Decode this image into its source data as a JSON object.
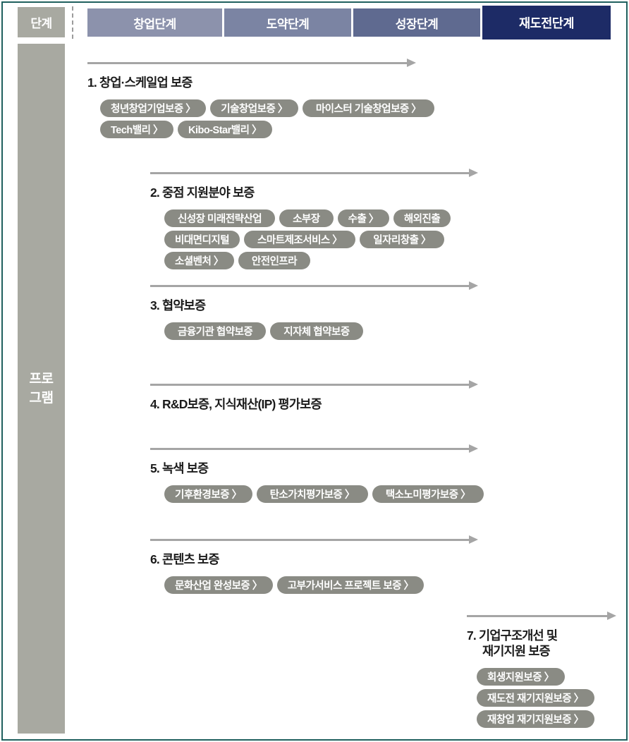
{
  "header": {
    "stage_label": "단계",
    "stages": [
      {
        "label": "창업단계",
        "color": "#8c92ac",
        "active": false
      },
      {
        "label": "도약단계",
        "color": "#7b84a3",
        "active": false
      },
      {
        "label": "성장단계",
        "color": "#5f6a90",
        "active": false
      },
      {
        "label": "재도전단계",
        "color": "#1d2b66",
        "active": true
      }
    ]
  },
  "program": {
    "label_lines": [
      "프로",
      "그램"
    ]
  },
  "sections": [
    {
      "title": "1. 창업·스케일업 보증",
      "pill_rows": [
        [
          "청년창업기업보증 〉",
          "기술창업보증 〉",
          "마이스터 기술창업보증 〉"
        ],
        [
          "Tech밸리 〉",
          "Kibo-Star밸리 〉"
        ]
      ]
    },
    {
      "title": "2. 중점 지원분야 보증",
      "pill_rows": [
        [
          "신성장 미래전략산업",
          "소부장",
          "수출 〉",
          "해외진출"
        ],
        [
          "비대면디지털",
          "스마트제조서비스 〉",
          "일자리창출 〉"
        ],
        [
          "소셜벤처 〉",
          "안전인프라"
        ]
      ]
    },
    {
      "title": "3. 협약보증",
      "pill_rows": [
        [
          "금융기관 협약보증",
          "지자체 협약보증"
        ]
      ]
    },
    {
      "title": "4. R&D보증, 지식재산(IP) 평가보증",
      "pill_rows": []
    },
    {
      "title": "5. 녹색 보증",
      "pill_rows": [
        [
          "기후환경보증 〉",
          "탄소가치평가보증 〉",
          "택소노미평가보증 〉"
        ]
      ]
    },
    {
      "title": "6. 콘텐츠 보증",
      "pill_rows": [
        [
          "문화산업 완성보증 〉",
          "고부가서비스 프로젝트 보증 〉"
        ]
      ]
    },
    {
      "title": "7. 기업구조개선 및",
      "title_line2": "재기지원 보증",
      "pill_rows": [
        [
          "회생지원보증 〉"
        ],
        [
          "재도전 재기지원보증 〉"
        ],
        [
          "재창업 재기지원보증 〉"
        ]
      ]
    }
  ],
  "colors": {
    "border": "#1f605e",
    "panel_grey": "#a8a9a1",
    "pill_grey": "#8a8b84",
    "arrow_grey": "#a5a5a5"
  }
}
